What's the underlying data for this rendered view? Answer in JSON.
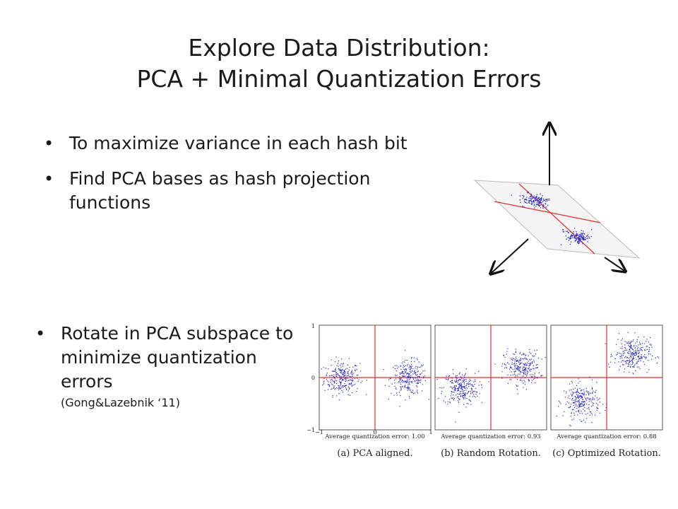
{
  "slide": {
    "title_line1": "Explore Data Distribution:",
    "title_line2": "PCA + Minimal Quantization Errors",
    "bullets_top": [
      "To maximize variance in each hash bit",
      "Find PCA bases as hash projection functions"
    ],
    "bullet_bottom": "Rotate in PCA subspace to minimize quantization errors",
    "citation": "(Gong&Lazebnik ‘11)"
  },
  "figure": {
    "axis_ticks": {
      "y_top": "1",
      "y_mid": "0",
      "y_bottom": "−1",
      "x_left": "−1",
      "x_mid": "0",
      "x_right": "1"
    },
    "panels": [
      {
        "label": "Average quantization error: 1.00",
        "caption": "(a)  PCA aligned.",
        "clusters": [
          [
            -0.6,
            0.0
          ],
          [
            0.6,
            0.0
          ]
        ]
      },
      {
        "label": "Average quantization error: 0.93",
        "caption": "(b)  Random Rotation.",
        "clusters": [
          [
            -0.55,
            -0.2
          ],
          [
            0.55,
            0.2
          ]
        ]
      },
      {
        "label": "Average quantization error: 0.88",
        "caption": "(c)  Optimized Rotation.",
        "clusters": [
          [
            -0.45,
            -0.45
          ],
          [
            0.45,
            0.45
          ]
        ]
      }
    ],
    "colors": {
      "points": "#2222cc",
      "lines": "#e03030",
      "frame": "#555555"
    }
  }
}
